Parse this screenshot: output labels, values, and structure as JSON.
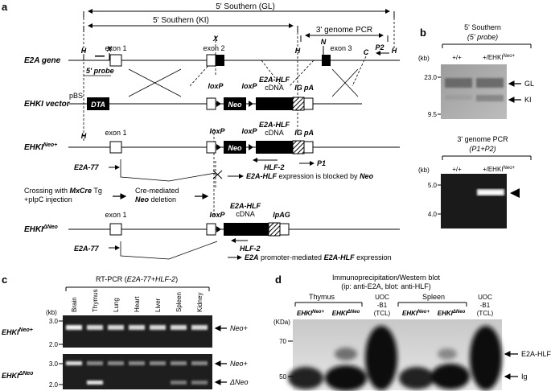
{
  "panels": {
    "a": "a",
    "b": "b",
    "c": "c",
    "d": "d"
  },
  "a": {
    "southern_gl": "5' Southern (GL)",
    "southern_ki": "5' Southern (KI)",
    "genome_pcr": "3' genome PCR",
    "site_h": "H",
    "site_x": "X",
    "site_n": "N",
    "site_c": "C",
    "primer_p2": "P2",
    "primer_p1": "P1",
    "probe": "5' probe",
    "row_e2a": "E2A gene",
    "row_vector": "EHKI vector",
    "row_neo": "EHKI",
    "row_neo_sup": "Neo+",
    "row_dneo": "EHKI",
    "row_dneo_sup": "ΔNeo",
    "exon1": "exon 1",
    "exon2": "exon 2",
    "exon3": "exon 3",
    "pbs": "pBS",
    "dta": "DTA",
    "neo": "Neo",
    "loxp": "loxP",
    "e2a_hlf": "E2A-HLF",
    "cdna": "cDNA",
    "ig": "IG",
    "pa": "pA",
    "lpag": "lpAG",
    "primer_e2a77": "E2A-77",
    "primer_hlf2": "HLF-2",
    "blocked_pre": "E2A-HLF",
    "blocked_post": " expression is blocked by ",
    "blocked_neo": "Neo",
    "crossing_1a": "Crossing with ",
    "crossing_1b": "MxCre",
    "crossing_1c": " Tg",
    "crossing_2": "+pIpC injection",
    "cre_1": "Cre-mediated",
    "cre_2a": "Neo",
    "cre_2b": " deletion",
    "promoter_a": "E2A",
    "promoter_b": " promoter-mediated ",
    "promoter_c": "E2A-HLF",
    "promoter_d": " expression"
  },
  "b": {
    "southern_title": "5' Southern",
    "southern_sub": "(5' probe)",
    "kb": "(kb)",
    "col_wt": "+/+",
    "col_ki": "+/EHKI",
    "col_ki_sup": "Neo+",
    "marker_23": "23.0",
    "marker_95": "9.5",
    "gl": "GL",
    "ki": "KI",
    "pcr_title": "3' genome PCR",
    "pcr_sub": "(P1+P2)",
    "marker_50": "5.0",
    "marker_40": "4.0"
  },
  "c": {
    "title_a": "RT-PCR (",
    "title_b": "E2A-77+HLF-2",
    "title_c": ")",
    "kb": "(kb)",
    "lanes": [
      "Brain",
      "Thymus",
      "Lung",
      "Heart",
      "Liver",
      "Spleen",
      "Kidney"
    ],
    "row1": "EHKI",
    "row1_sup": "Neo+",
    "row2": "EHKI",
    "row2_sup": "ΔNeo",
    "marker_30": "3.0",
    "marker_20": "2.0",
    "band_neo": "Neo+",
    "band_dneo": "ΔNeo"
  },
  "d": {
    "title_1": "Immunoprecipitation/Western blot",
    "title_2": "(ip: anti-E2A, blot: anti-HLF)",
    "thymus": "Thymus",
    "spleen": "Spleen",
    "uoc_1": "UOC",
    "uoc_2": "-B1",
    "uoc_3": "(TCL)",
    "lane_ehki": "EHKI",
    "lane_neo_sup": "Neo+",
    "lane_dneo_sup": "ΔNeo",
    "kda": "(KDa)",
    "marker_70": "70",
    "marker_50": "50",
    "band_e2ahlf": "E2A-HLF",
    "band_ig": "Ig"
  }
}
